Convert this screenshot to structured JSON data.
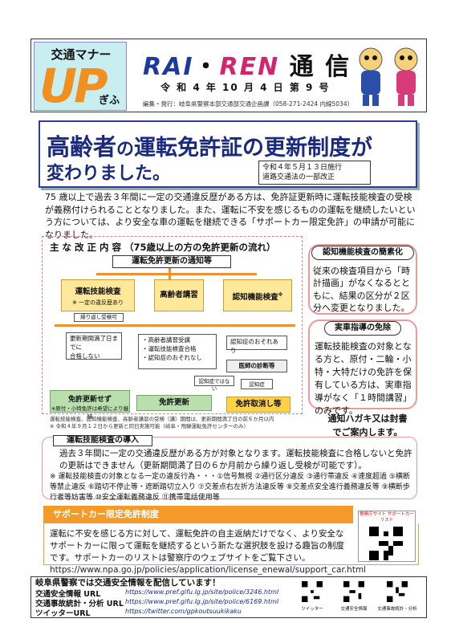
{
  "header": {
    "logo_top": "交通マナー",
    "logo_big": "UP",
    "logo_bottom": "ぎふ",
    "title_rai": "RAI",
    "title_dot": "・",
    "title_ren": "REN",
    "title_tsushin": "通 信",
    "date": "令 和 4 年 10 月 4 日 第 9 号",
    "publisher": "編集・発行：岐阜県警察本部交通部交通企画課（058-271-2424 内線5034）"
  },
  "title": {
    "line1_a": "高齢者",
    "line1_b": "の",
    "line1_c": "運転免許証の更新制度が",
    "line2": "変わりました。",
    "enforce_1": "令和４年５月１３日施行",
    "enforce_2": "道路交通法の一部改正"
  },
  "intro": "75 歳以上で過去３年間に一定の交通違反歴がある方は、免許証更新時に運転技能検査の受検が義務付けられることとなりました。また、運転に不安を感じるものの運転を継続したいという方については、より安全な車の運転を継続できる「サポートカー限定免許」の申請が可能になりました。",
  "diagram": {
    "heading": "主 な 改 正 内 容 （75歳以上の方の免許更新の流れ）",
    "notice": "運転免許更新の通知等",
    "tech_exam": "運転技能検査",
    "tech_exam_sub": "※ 一定の違反歴あり",
    "receipt": "繰り返し受検可",
    "lecture": "高齢者講習",
    "cognitive": "認知機能検査",
    "cognitive_sup": "※",
    "before_1": "更新期間満了日までに",
    "before_2": "合格しない",
    "list_1": "・高齢者講習受講",
    "list_2": "・運転技能検査合格",
    "list_3": "・認知症のおそれなし",
    "dementia": "認知症のおそれあり",
    "doctor": "医師の診断等",
    "not_dementia": "認知症ではない",
    "is_dementia": "認知症",
    "non_renew": "免許更新せず",
    "non_renew_sub": "※原付・小特免許は希望により継続",
    "renew": "免許更新",
    "cancel": "免許取消し等",
    "note_1": "運転技能検査、認知機能検査、高齢者講習の受検（講）期間は、更新期間満了日の前６か月以内",
    "note_2": "※ 令和４年９月１２日から更新と同日実施可能（岐阜・飛騨運転免許センターのみ）"
  },
  "cog_change": {
    "heading": "認知機能検査の簡素化",
    "text": "従来の検査項目から「時計描画」がなくなるとともに、結果の区分が２区分へ変更となりました。"
  },
  "road_test": {
    "heading": "実車指導の免除",
    "text": "運転技能検査の対象となる方と、原付・二輪・小特・大特だけの免許を保有している方は、実車指導がなく「１時間講習」のみです。"
  },
  "postcard_1": "通知ハガキ又は封書",
  "postcard_2": "でご案内します。",
  "tech_section": {
    "heading": "運転技能検査の導入",
    "text": "過去３年間に一定の交通違反歴がある方が対象となります。運転技能検査に合格しないと免許の更新はできません（更新期間満了日の６か月前から繰り返し受検が可能です）。",
    "list": "※ 運転技能検査の対象となる一定の違反行為・・・①信号無視 ②通行区分違反 ③通行帯違反 ④速度超過 ⑤横断等禁止違反 ⑥踏切不停止等・遮断踏切立入り ⑦交差点右左折方法違反等 ⑧交差点安全進行義務違反等 ⑨横断歩行者等妨害等 ⑩安全運転義務違反 ⑪携帯電話使用等"
  },
  "support": {
    "heading": "サポートカー限定免許制度",
    "text": "運転に不安を感じる方に対して、運転免許の自主返納だけでなく、より安全なサポートカーに限って運転を継続するという新たな選択肢を設ける趣旨の制度です。サポートカーのリストは警察庁のウェブサイトをご覧下さい。",
    "qr_label": "警察庁サイト サポートカーリスト",
    "url": "https://www.npa.go.jp/policies/application/license_enewal/support_car.html"
  },
  "footer": {
    "heading": "岐阜県警察では交通安全情報を配信しています！",
    "label_1": "交通安全情報 URL",
    "label_2": "交通事故統計・分析 URL",
    "label_3": "ツイッターURL",
    "url_1": "https://www.pref.gifu.lg.jp/site/police/3246.html",
    "url_2": "https://www.pref.gifu.lg.jp/site/police/6169.html",
    "url_3": "https://twitter.com/gpkoutsuukikaku",
    "qr_1": "ツイッター",
    "qr_2": "交通安全情報",
    "qr_3": "交通事故統計・分析"
  }
}
